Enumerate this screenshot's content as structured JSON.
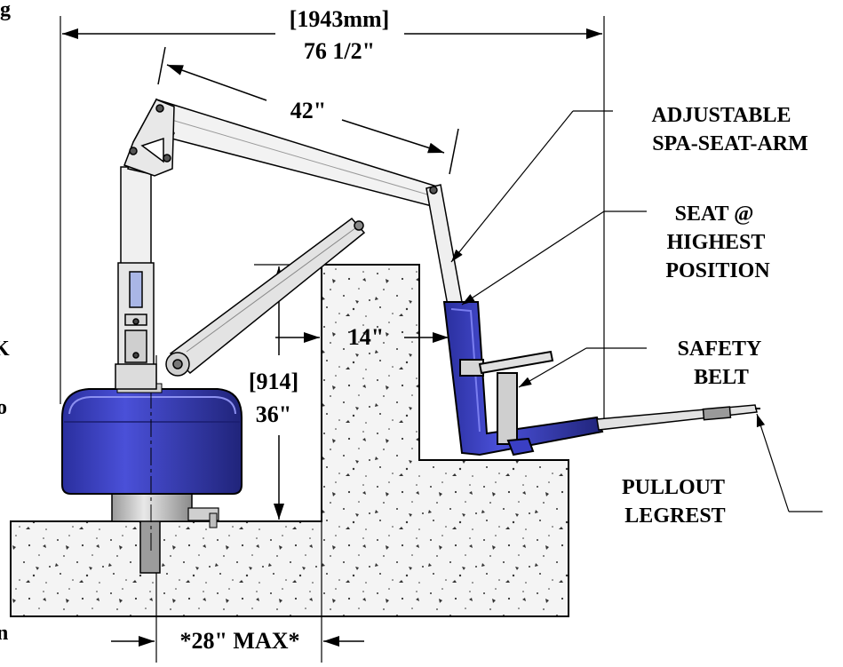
{
  "dimensions": {
    "overall_width_mm": "[1943mm]",
    "overall_width_in": "76 1/2\"",
    "arm_length": "42\"",
    "seat_offset": "14\"",
    "height_mm": "[914]",
    "height_in": "36\"",
    "base_max": "*28\" MAX*"
  },
  "callouts": {
    "adjustable_arm": [
      "ADJUSTABLE",
      "SPA-SEAT-ARM"
    ],
    "seat_position": [
      "SEAT @",
      "HIGHEST",
      "POSITION"
    ],
    "safety_belt": [
      "SAFETY",
      "BELT"
    ],
    "legrest": [
      "PULLOUT",
      "LEGREST"
    ]
  },
  "edge_fragments": {
    "top_left": "g",
    "left_upper": "K",
    "left_middle": "o",
    "left_lower": "n"
  },
  "colors": {
    "lift_body": "#3a3fc4",
    "lift_dark": "#1c1f80",
    "lift_light": "#6a6ee6",
    "pedestal": "#c8c8c8",
    "concrete": "#f2f2f2",
    "line": "#000000"
  }
}
